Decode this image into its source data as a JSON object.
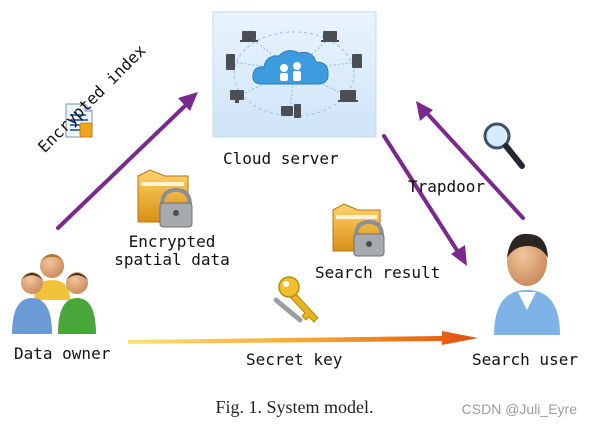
{
  "labels": {
    "cloud_server": "Cloud server",
    "encrypted_index": "Encrypted index",
    "trapdoor": "Trapdoor",
    "encrypted_spatial_data_line1": "Encrypted",
    "encrypted_spatial_data_line2": "spatial data",
    "search_result": "Search result",
    "data_owner": "Data owner",
    "secret_key": "Secret key",
    "search_user": "Search user"
  },
  "caption": "Fig. 1.   System model.",
  "watermark": "CSDN @Juli_Eyre",
  "colors": {
    "arrow_purple": "#7a2a8c",
    "arrow_orange_start": "#ffd21f",
    "arrow_orange_end": "#e05a12",
    "cloud_panel": "#d6e9fb",
    "folder_yellow": "#e8a526",
    "user_green": "#4aa63a"
  },
  "icons": [
    "cloud-network-icon",
    "document-icon",
    "locked-folder-icon",
    "magnifier-icon",
    "key-icon",
    "user-group-icon",
    "user-icon"
  ]
}
